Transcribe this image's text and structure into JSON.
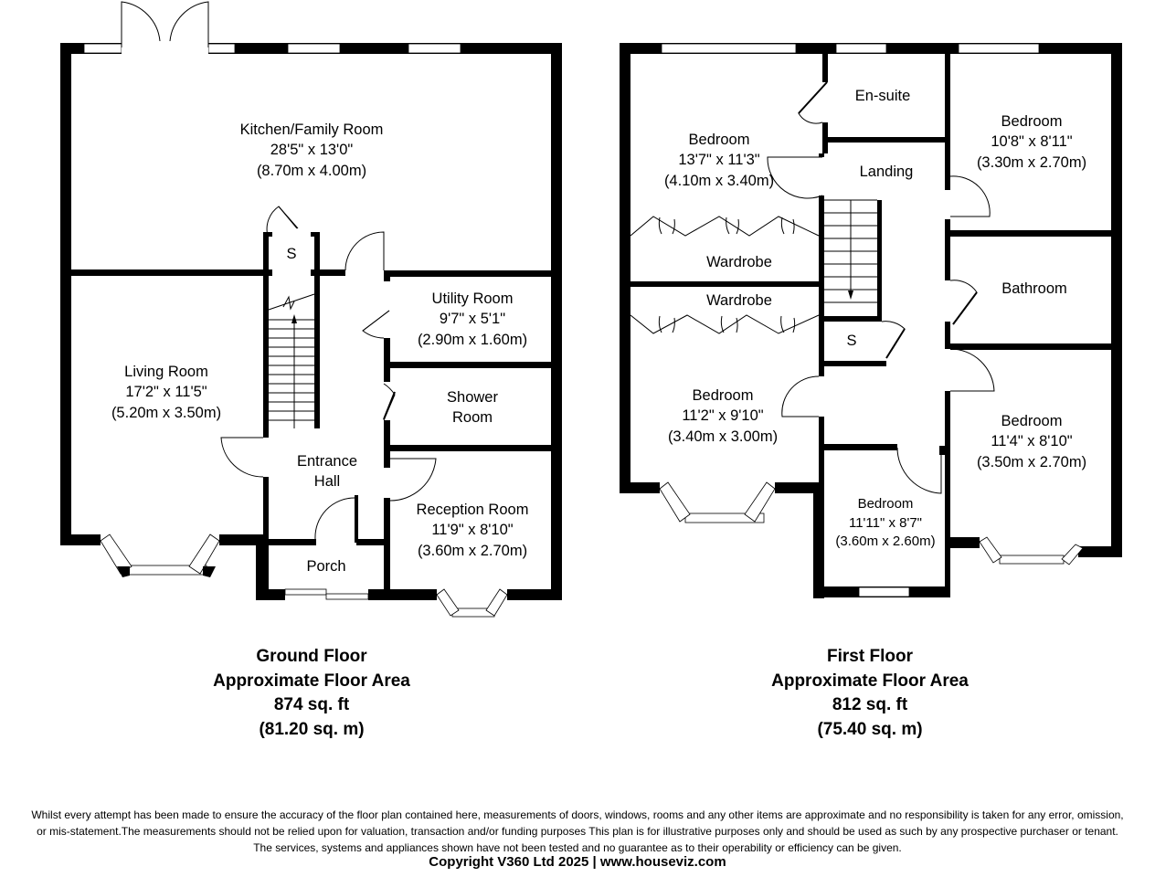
{
  "ground_floor": {
    "rooms": {
      "kitchen": {
        "name": "Kitchen/Family Room",
        "imperial": "28'5\" x 13'0\"",
        "metric": "(8.70m x 4.00m)"
      },
      "living": {
        "name": "Living Room",
        "imperial": "17'2\" x 11'5\"",
        "metric": "(5.20m x 3.50m)"
      },
      "utility": {
        "name": "Utility Room",
        "imperial": "9'7\" x 5'1\"",
        "metric": "(2.90m x 1.60m)"
      },
      "shower": {
        "name_line1": "Shower",
        "name_line2": "Room"
      },
      "hall": {
        "name_line1": "Entrance",
        "name_line2": "Hall"
      },
      "reception": {
        "name": "Reception Room",
        "imperial": "11'9\" x 8'10\"",
        "metric": "(3.60m x 2.70m)"
      },
      "porch": {
        "name": "Porch"
      },
      "storage": {
        "name": "S"
      }
    },
    "title": {
      "line1": "Ground Floor",
      "line2": "Approximate Floor Area",
      "line3": "874 sq. ft",
      "line4": "(81.20 sq. m)"
    }
  },
  "first_floor": {
    "rooms": {
      "bedroom1": {
        "name": "Bedroom",
        "imperial": "13'7\" x 11'3\"",
        "metric": "(4.10m x 3.40m)"
      },
      "ensuite": {
        "name": "En-suite"
      },
      "bedroom2": {
        "name": "Bedroom",
        "imperial": "10'8\" x 8'11\"",
        "metric": "(3.30m x 2.70m)"
      },
      "landing": {
        "name": "Landing"
      },
      "wardrobe1": {
        "name": "Wardrobe"
      },
      "wardrobe2": {
        "name": "Wardrobe"
      },
      "bathroom": {
        "name": "Bathroom"
      },
      "storage": {
        "name": "S"
      },
      "bedroom3": {
        "name": "Bedroom",
        "imperial": "11'2\" x 9'10\"",
        "metric": "(3.40m x 3.00m)"
      },
      "bedroom4": {
        "name": "Bedroom",
        "imperial": "11'4\" x 8'10\"",
        "metric": "(3.50m x 2.70m)"
      },
      "bedroom5": {
        "name": "Bedroom",
        "imperial": "11'11\" x 8'7\"",
        "metric": "(3.60m x 2.60m)"
      }
    },
    "title": {
      "line1": "First Floor",
      "line2": "Approximate Floor Area",
      "line3": "812 sq. ft",
      "line4": "(75.40 sq. m)"
    }
  },
  "disclaimer": {
    "line1": "Whilst every attempt has been made to ensure the accuracy of the floor plan contained here, measurements of doors, windows, rooms and any other items are approximate and no responsibility is taken for any error, omission,",
    "line2": "or mis-statement.The measurements should not be relied upon for valuation, transaction and/or funding purposes This plan is for illustrative purposes only and should be used as such by any prospective purchaser or tenant.",
    "line3": "The services, systems and appliances shown have not been tested and no guarantee as to their operability or efficiency can be given."
  },
  "copyright": "Copyright V360 Ltd 2025 | www.houseviz.com"
}
